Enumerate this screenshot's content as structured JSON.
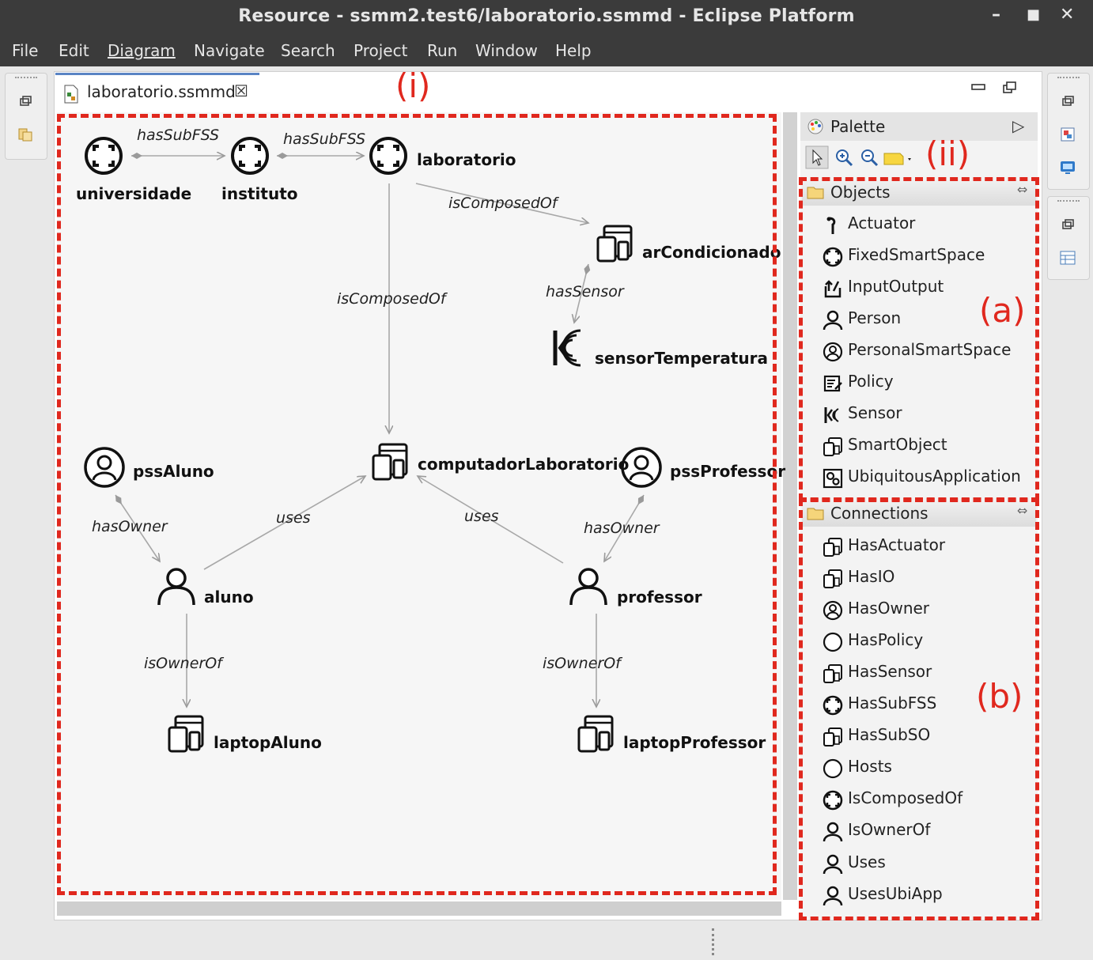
{
  "window": {
    "title": "Resource - ssmm2.test6/laboratorio.ssmmd - Eclipse Platform"
  },
  "menu": [
    "File",
    "Edit",
    "Diagram",
    "Navigate",
    "Search",
    "Project",
    "Run",
    "Window",
    "Help"
  ],
  "editor": {
    "tab_label": "laboratorio.ssmmd"
  },
  "diagram": {
    "nodes": {
      "universidade": "universidade",
      "instituto": "instituto",
      "laboratorio": "laboratorio",
      "arCondicionado": "arCondicionado",
      "sensorTemperatura": "sensorTemperatura",
      "computadorLaboratorio": "computadorLaboratorio",
      "pssAluno": "pssAluno",
      "pssProfessor": "pssProfessor",
      "aluno": "aluno",
      "professor": "professor",
      "laptopAluno": "laptopAluno",
      "laptopProfessor": "laptopProfessor"
    },
    "edges": {
      "hasSubFSS_1": "hasSubFSS",
      "hasSubFSS_2": "hasSubFSS",
      "isComposedOf_1": "isComposedOf",
      "isComposedOf_2": "isComposedOf",
      "hasSensor": "hasSensor",
      "hasOwner_1": "hasOwner",
      "hasOwner_2": "hasOwner",
      "uses_1": "uses",
      "uses_2": "uses",
      "isOwnerOf_1": "isOwnerOf",
      "isOwnerOf_2": "isOwnerOf"
    }
  },
  "palette": {
    "title": "Palette",
    "objects_label": "Objects",
    "objects": [
      "Actuator",
      "FixedSmartSpace",
      "InputOutput",
      "Person",
      "PersonalSmartSpace",
      "Policy",
      "Sensor",
      "SmartObject",
      "UbiquitousApplication"
    ],
    "connections_label": "Connections",
    "connections": [
      "HasActuator",
      "HasIO",
      "HasOwner",
      "HasPolicy",
      "HasSensor",
      "HasSubFSS",
      "HasSubSO",
      "Hosts",
      "IsComposedOf",
      "IsOwnerOf",
      "Uses",
      "UsesUbiApp"
    ]
  },
  "annotations": {
    "i": "(i)",
    "ii": "(ii)",
    "a": "(a)",
    "b": "(b)"
  },
  "colors": {
    "annotation_red": "#e0281e",
    "titlebar": "#3b3b3b"
  }
}
